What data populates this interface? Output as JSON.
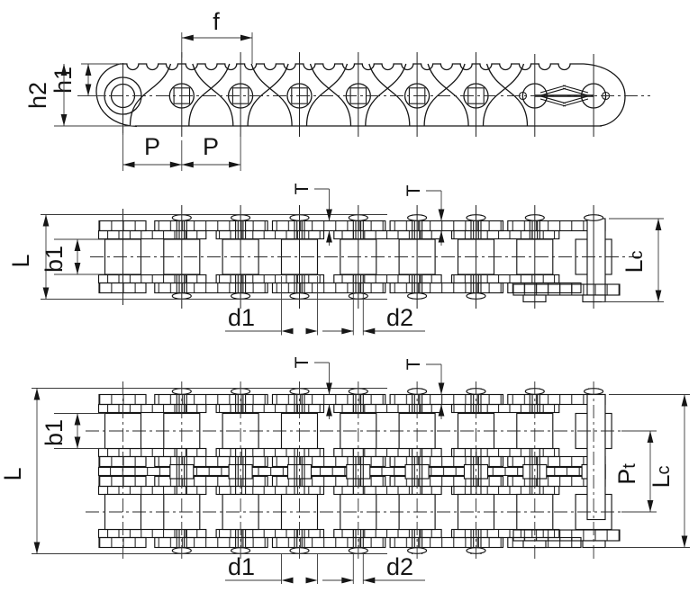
{
  "colors": {
    "line": "#161616",
    "background": "#ffffff"
  },
  "labels": {
    "top": {
      "f": "f",
      "h1": "h1",
      "h2": "h2",
      "p_left": "P",
      "p_right": "P"
    },
    "mid": {
      "l": "L",
      "b1": "b1",
      "t_left": "T",
      "t_right": "T",
      "d1": "d1",
      "d2": "d2",
      "lc_main": "L",
      "lc_sub": "c"
    },
    "bot": {
      "l": "L",
      "b1": "b1",
      "t_left": "T",
      "t_right": "T",
      "d1": "d1",
      "d2": "d2",
      "pt_main": "P",
      "pt_sub": "t",
      "lc_main": "L",
      "lc_sub": "c"
    }
  }
}
